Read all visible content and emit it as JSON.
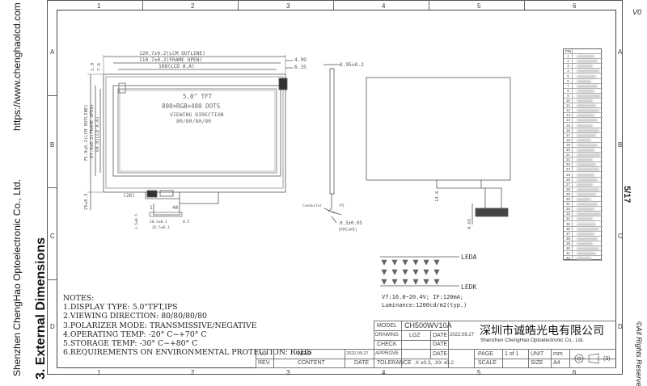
{
  "sidebar": {
    "company": "Shenzhen ChengHao Optoelectronic Co., Ltd.",
    "url": "https://www.chenghaolcd.com",
    "section_title": "3. External Dimensions"
  },
  "right_margin": {
    "version": "V0",
    "page": "5/17",
    "rights": "©All Rights Reserved"
  },
  "grid": {
    "columns": [
      "1",
      "2",
      "3",
      "4",
      "5",
      "6"
    ],
    "rows": [
      "A",
      "B",
      "C",
      "D"
    ]
  },
  "drawing": {
    "front_view": {
      "dim_outline_w": "120.7±0.2(LCM OUTLINE)",
      "dim_frame_w": "110.7±0.2(FRAME OPEN)",
      "dim_aa_w": "108(LCD A.A)",
      "dim_right_1": "4.99",
      "dim_right_2": "6.35",
      "dim_outline_h": "75.9±0.2(LCM OUTLINE)",
      "dim_frame_h": "67.6±0.2(FRAME OPEN)",
      "dim_aa_h": "64.8(LCD A.A)",
      "dim_left_a": "1.9",
      "dim_left_b": "7.6",
      "dim_bottom_left": "(26)",
      "dim_fpc_h": "25±0.3",
      "panel_size": "5.0\" TFT",
      "panel_res": "800×RGB×480 DOTS",
      "viewing_label": "VIEWING DIRECTION",
      "viewing_value": "80/80/80/80",
      "fpc_pin_first": "1",
      "fpc_pin_last": "40",
      "fpc_dim_a": "3.5±0.5",
      "fpc_dim_b": "20.5±0.1",
      "fpc_dim_c": "26.5±0.1",
      "fpc_dim_d": "0.5"
    },
    "side_view": {
      "thickness": "2.95±0.2",
      "conductor_label": "Conductor",
      "conductor_tag": "PI",
      "fpc_thickness": "0.3±0.05",
      "fpc_note": "(FPC+PI)",
      "side_dim": "4.65"
    },
    "back_view": {
      "dim_label": "14.6"
    },
    "led": {
      "anode": "LEDA",
      "cathode": "LEDK",
      "spec_1": "Vf:16.8~20.4V;  IF:120mA;",
      "spec_2": "Luminance:1200cd/m2(typ.)"
    }
  },
  "notes": {
    "heading": "NOTES:",
    "items": [
      "1.DISPLAY TYPE:  5.0\"TFT,IPS",
      "2.VIEWING DIRECTION: 80/80/80/80",
      "3.POLARIZER MODE: TRANSMISSIVE/NEGATIVE",
      "4.OPERATING TEMP: -20° C~+70° C",
      "5.STORAGE TEMP: -30° C~+80° C",
      "6.REQUIREMENTS ON ENVIRONMENTAL PROTECTION: RoHS"
    ]
  },
  "title_block": {
    "model_label": "MODEL",
    "model_value": "CH500WV10A",
    "drawing_label": "DRAWING",
    "drawing_value": "LGZ",
    "date_label": "DATE",
    "drawing_date": "2022.09.27",
    "check_label": "CHECK",
    "check_date_label": "DATE",
    "approve_label": "APPROVE",
    "approve_date_label": "DATE",
    "approve_date": "2022.09.27",
    "rev_v0": "V0",
    "rev_new": "NEW",
    "rev_label": "REV.",
    "content_label": "CONTENT",
    "date_col_label": "DATE",
    "company_cn": "深圳市诚皓光电有限公司",
    "company_en": "Shenzhen ChengHao Optoelectronic Co., Ltd.",
    "page_label": "PAGE",
    "page_value": "1  of  1",
    "unit_label": "UNIT",
    "unit_value": "mm",
    "tolerance_label": "TOLERANCE",
    "tolerance_value": ".X ±0.3,  .XX ±0.2",
    "scale_label": "SCALE",
    "size_label": "SIZE",
    "size_value": "A4",
    "sheet_ref": "(3)"
  },
  "pin_table": {
    "header": "PIN",
    "pins": [
      "1",
      "2",
      "3",
      "4",
      "5",
      "6",
      "7",
      "8",
      "9",
      "10",
      "11",
      "12",
      "13",
      "14",
      "15",
      "16",
      "17",
      "18",
      "19",
      "20",
      "21",
      "22",
      "23",
      "24",
      "25",
      "26",
      "27",
      "28",
      "29",
      "30",
      "31",
      "32",
      "33",
      "34",
      "35",
      "36",
      "37",
      "38",
      "39",
      "40",
      "41",
      "42"
    ]
  }
}
